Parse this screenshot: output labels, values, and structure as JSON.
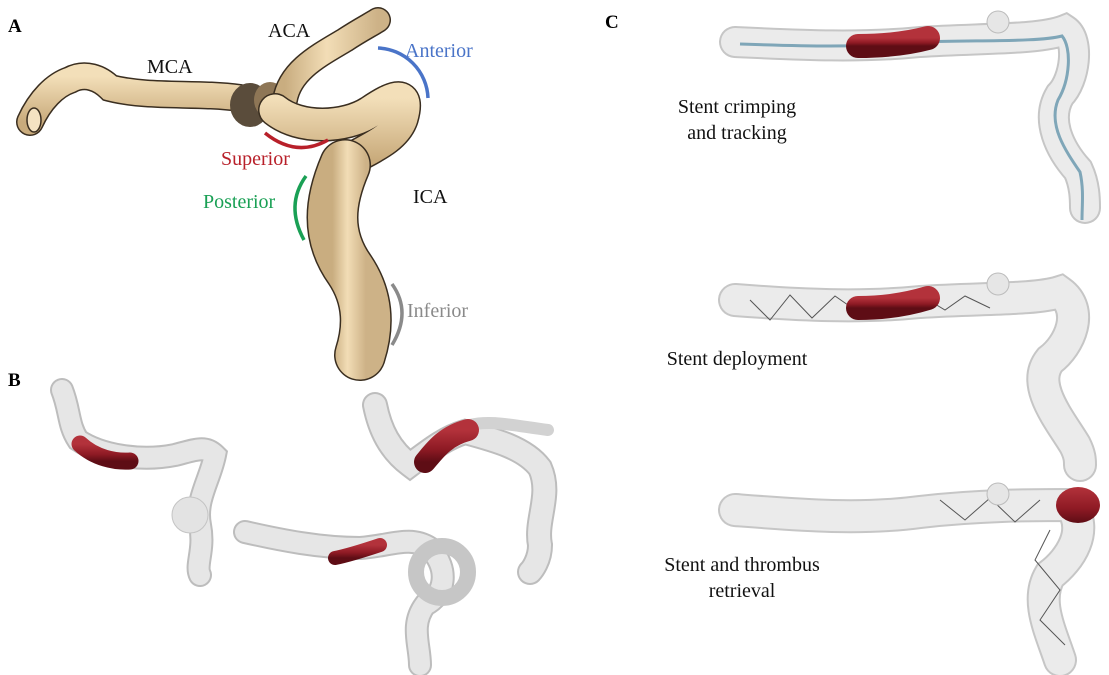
{
  "panels": {
    "a": {
      "letter": "A",
      "vessels": {
        "mca": "MCA",
        "aca": "ACA",
        "ica": "ICA"
      },
      "directions": [
        {
          "key": "anterior",
          "label": "Anterior",
          "color": "#4a74c8"
        },
        {
          "key": "superior",
          "label": "Superior",
          "color": "#b8202a"
        },
        {
          "key": "posterior",
          "label": "Posterior",
          "color": "#1aa055"
        },
        {
          "key": "inferior",
          "label": "Inferior",
          "color": "#8a8a8a"
        }
      ],
      "vessel_color": "#e6cfa4"
    },
    "b": {
      "letter": "B"
    },
    "c": {
      "letter": "C",
      "steps": [
        {
          "line1": "Stent crimping",
          "line2": "and tracking"
        },
        {
          "line1": "Stent deployment",
          "line2": ""
        },
        {
          "line1": "Stent and thrombus",
          "line2": "retrieval"
        }
      ]
    }
  },
  "colors": {
    "thrombus": "#8e1a24",
    "vessel_ghost": "#d9d9d9",
    "stent_wire": "#7fa6b8"
  }
}
